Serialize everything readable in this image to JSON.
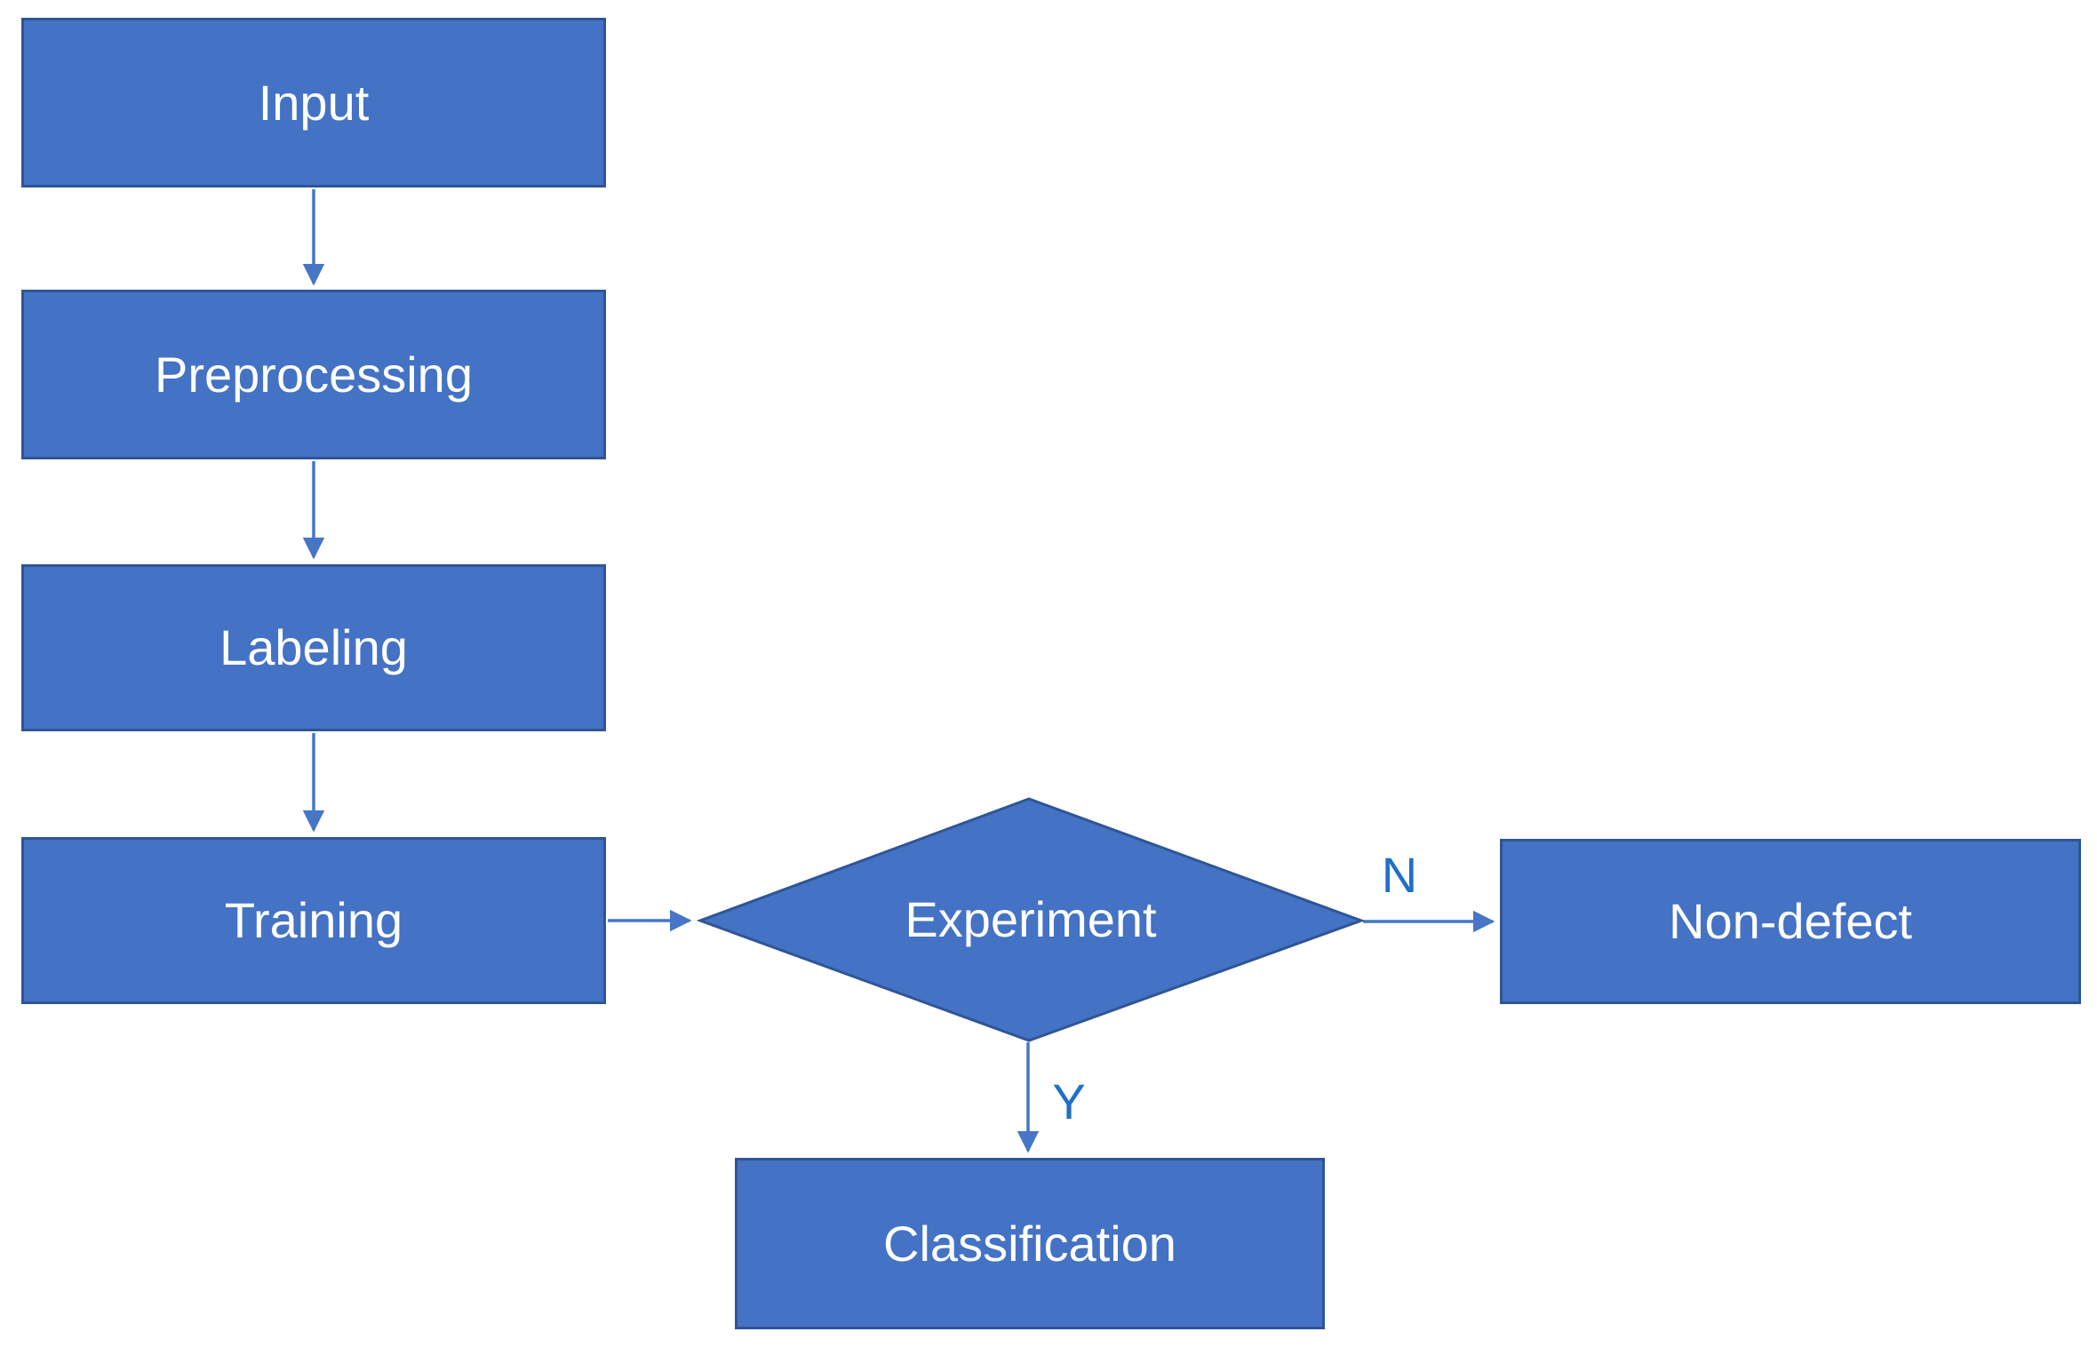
{
  "diagram": {
    "type": "flowchart",
    "colors": {
      "node_fill": "#4472c4",
      "node_border": "#2f5597",
      "connector": "#4676c5",
      "node_text": "#ffffff",
      "branch_label": "#1f70c6",
      "background": "#ffffff"
    },
    "nodes": {
      "input": {
        "label": "Input",
        "shape": "rectangle"
      },
      "preprocessing": {
        "label": "Preprocessing",
        "shape": "rectangle"
      },
      "labeling": {
        "label": "Labeling",
        "shape": "rectangle"
      },
      "training": {
        "label": "Training",
        "shape": "rectangle"
      },
      "experiment": {
        "label": "Experiment",
        "shape": "diamond"
      },
      "non_defect": {
        "label": "Non-defect",
        "shape": "rectangle"
      },
      "classification": {
        "label": "Classification",
        "shape": "rectangle"
      }
    },
    "branch_labels": {
      "no": "N",
      "yes": "Y"
    },
    "edges": [
      {
        "from": "input",
        "to": "preprocessing",
        "label": ""
      },
      {
        "from": "preprocessing",
        "to": "labeling",
        "label": ""
      },
      {
        "from": "labeling",
        "to": "training",
        "label": ""
      },
      {
        "from": "training",
        "to": "experiment",
        "label": ""
      },
      {
        "from": "experiment",
        "to": "non_defect",
        "label": "N"
      },
      {
        "from": "experiment",
        "to": "classification",
        "label": "Y"
      }
    ]
  }
}
